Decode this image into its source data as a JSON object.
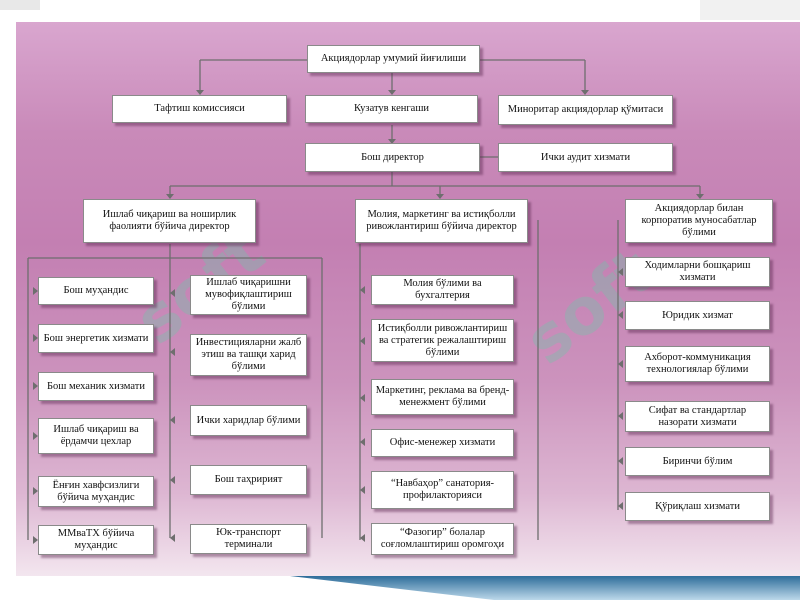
{
  "colors": {
    "background_band": "#c98ab9",
    "box_fill": "#ffffff",
    "connector": "#6e6e6e"
  },
  "watermark": {
    "text": "soft"
  },
  "chart": {
    "top": {
      "shareholders_meeting": "Акциядорлар умумий йиғилиши"
    },
    "level2": {
      "audit_commission": "Тафтиш комиссияси",
      "supervisory_board": "Кузатув кенгаши",
      "minority_committee": "Миноритар акциядорлар қўмитаси"
    },
    "level3": {
      "general_director": "Бош директор",
      "internal_audit": "Ички аудит хизмати"
    },
    "directors": {
      "production": "Ишлаб чиқариш ва ношир­лик фаолияти бўйича директор",
      "finance": "Молия, маркетинг ва истиқболли ривожлантириш бўйича директор",
      "shareholder_relations": "Акциядорлар билан корпоратив муносабатлар бўлими"
    },
    "production_left": [
      "Бош муҳандис",
      "Бош энергетик хизмати",
      "Бош механик хизмати",
      "Ишлаб чиқариш ва ёрдамчи цехлар",
      "Ёнғин хавфсизлиги бўйича муҳандис",
      "ММваТХ бўйича муҳандис"
    ],
    "production_right": [
      "Ишлаб чиқаришни мувофиқлаштириш бўлими",
      "Инвестицияларни жалб этиш ва ташқи харид бўлими",
      "Ички харидлар бўлими",
      "Бош таҳририят",
      "Юк-транспорт терминали"
    ],
    "finance_items": [
      "Молия бўлими ва бухгалтерия",
      "Истиқболли ривожлан­тириш ва стратегик режалаштириш бўлими",
      "Маркетинг, реклама ва бренд-менежмент бўлими",
      "Офис-менежер хизмати",
      "“Навбаҳор” санатория-профилакторияси",
      "“Фазогир” болалар соғломлаштириш оромгоҳи"
    ],
    "right_items": [
      "Ходимларни бошқариш хизмати",
      "Юридик хизмат",
      "Ахборот-коммуникация технологиялар бўлими",
      "Сифат ва стандартлар назорати хизмати",
      "Биринчи бўлим",
      "Қўриқлаш хизмати"
    ]
  }
}
